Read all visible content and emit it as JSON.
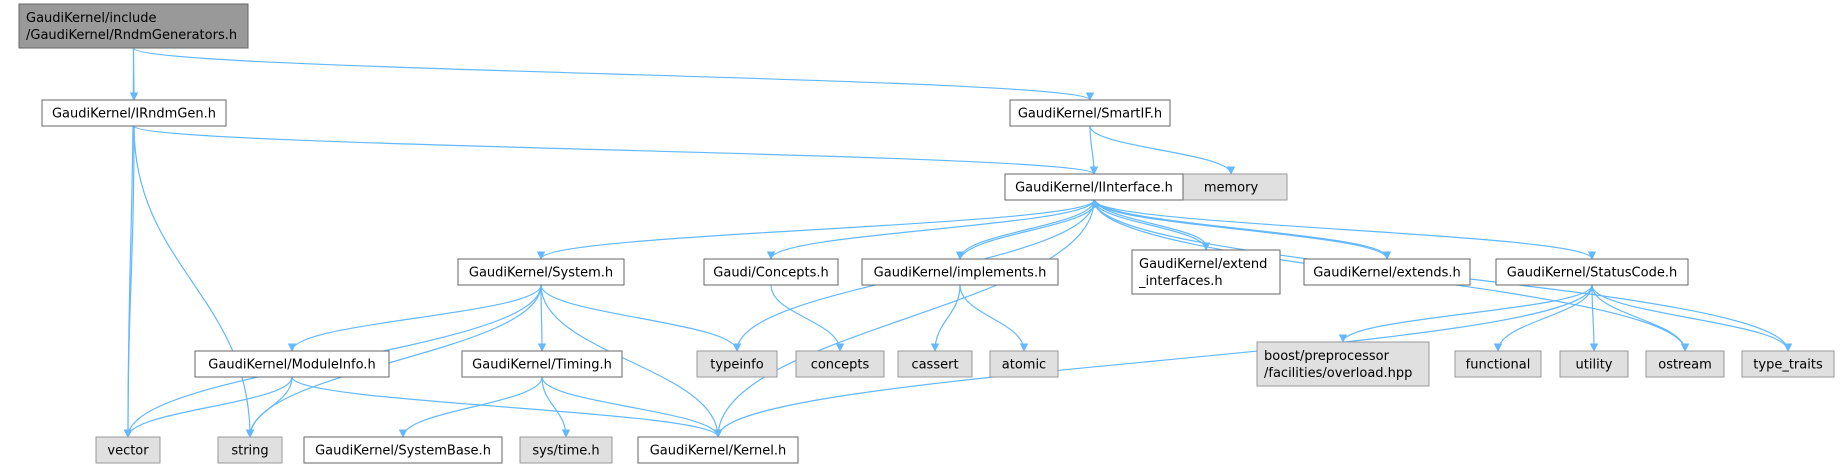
{
  "colors": {
    "edge": "#63b8ff",
    "root_fill": "#999999",
    "root_stroke": "#666666",
    "header_fill": "#ffffff",
    "header_stroke": "#666666",
    "system_fill": "#e0e0e0",
    "system_stroke": "#999999"
  },
  "nodes": [
    {
      "id": "root",
      "lines": [
        "GaudiKernel/include",
        "/GaudiKernel/RndmGenerators.h"
      ],
      "kind": "root"
    },
    {
      "id": "irndmgen",
      "lines": [
        "GaudiKernel/IRndmGen.h"
      ],
      "kind": "header"
    },
    {
      "id": "smartif",
      "lines": [
        "GaudiKernel/SmartIF.h"
      ],
      "kind": "header"
    },
    {
      "id": "memory",
      "lines": [
        "memory"
      ],
      "kind": "system"
    },
    {
      "id": "iinterface",
      "lines": [
        "GaudiKernel/IInterface.h"
      ],
      "kind": "header"
    },
    {
      "id": "system",
      "lines": [
        "GaudiKernel/System.h"
      ],
      "kind": "header"
    },
    {
      "id": "concepts_h",
      "lines": [
        "Gaudi/Concepts.h"
      ],
      "kind": "header"
    },
    {
      "id": "implements",
      "lines": [
        "GaudiKernel/implements.h"
      ],
      "kind": "header"
    },
    {
      "id": "extend_if",
      "lines": [
        "GaudiKernel/extend",
        "_interfaces.h"
      ],
      "kind": "header"
    },
    {
      "id": "extends",
      "lines": [
        "GaudiKernel/extends.h"
      ],
      "kind": "header"
    },
    {
      "id": "statuscode",
      "lines": [
        "GaudiKernel/StatusCode.h"
      ],
      "kind": "header"
    },
    {
      "id": "moduleinfo",
      "lines": [
        "GaudiKernel/ModuleInfo.h"
      ],
      "kind": "header"
    },
    {
      "id": "timing",
      "lines": [
        "GaudiKernel/Timing.h"
      ],
      "kind": "header"
    },
    {
      "id": "typeinfo",
      "lines": [
        "typeinfo"
      ],
      "kind": "system"
    },
    {
      "id": "concepts",
      "lines": [
        "concepts"
      ],
      "kind": "system"
    },
    {
      "id": "cassert",
      "lines": [
        "cassert"
      ],
      "kind": "system"
    },
    {
      "id": "atomic",
      "lines": [
        "atomic"
      ],
      "kind": "system"
    },
    {
      "id": "boostpp",
      "lines": [
        "boost/preprocessor",
        "/facilities/overload.hpp"
      ],
      "kind": "system"
    },
    {
      "id": "functional",
      "lines": [
        "functional"
      ],
      "kind": "system"
    },
    {
      "id": "utility",
      "lines": [
        "utility"
      ],
      "kind": "system"
    },
    {
      "id": "ostream",
      "lines": [
        "ostream"
      ],
      "kind": "system"
    },
    {
      "id": "type_traits",
      "lines": [
        "type_traits"
      ],
      "kind": "system"
    },
    {
      "id": "vector",
      "lines": [
        "vector"
      ],
      "kind": "system"
    },
    {
      "id": "string",
      "lines": [
        "string"
      ],
      "kind": "system"
    },
    {
      "id": "systembase",
      "lines": [
        "GaudiKernel/SystemBase.h"
      ],
      "kind": "header"
    },
    {
      "id": "systime",
      "lines": [
        "sys/time.h"
      ],
      "kind": "system"
    },
    {
      "id": "kernel",
      "lines": [
        "GaudiKernel/Kernel.h"
      ],
      "kind": "header"
    }
  ],
  "edges": [
    {
      "from": "root",
      "to": "irndmgen"
    },
    {
      "from": "root",
      "to": "smartif"
    },
    {
      "from": "root",
      "to": "vector"
    },
    {
      "from": "irndmgen",
      "to": "iinterface"
    },
    {
      "from": "irndmgen",
      "to": "vector"
    },
    {
      "from": "irndmgen",
      "to": "string"
    },
    {
      "from": "smartif",
      "to": "iinterface"
    },
    {
      "from": "smartif",
      "to": "memory"
    },
    {
      "from": "iinterface",
      "to": "system"
    },
    {
      "from": "iinterface",
      "to": "typeinfo"
    },
    {
      "from": "iinterface",
      "to": "concepts_h"
    },
    {
      "from": "iinterface",
      "to": "implements"
    },
    {
      "from": "iinterface",
      "to": "extend_if"
    },
    {
      "from": "iinterface",
      "to": "extends"
    },
    {
      "from": "iinterface",
      "to": "statuscode"
    },
    {
      "from": "iinterface",
      "to": "kernel"
    },
    {
      "from": "iinterface",
      "to": "ostream"
    },
    {
      "from": "iinterface",
      "to": "type_traits"
    },
    {
      "from": "implements",
      "to": "iinterface"
    },
    {
      "from": "extend_if",
      "to": "iinterface"
    },
    {
      "from": "extends",
      "to": "iinterface"
    },
    {
      "from": "implements",
      "to": "cassert"
    },
    {
      "from": "implements",
      "to": "atomic"
    },
    {
      "from": "concepts_h",
      "to": "concepts"
    },
    {
      "from": "system",
      "to": "moduleinfo"
    },
    {
      "from": "system",
      "to": "timing"
    },
    {
      "from": "system",
      "to": "typeinfo"
    },
    {
      "from": "system",
      "to": "vector"
    },
    {
      "from": "system",
      "to": "string"
    },
    {
      "from": "system",
      "to": "kernel"
    },
    {
      "from": "moduleinfo",
      "to": "vector"
    },
    {
      "from": "moduleinfo",
      "to": "string"
    },
    {
      "from": "moduleinfo",
      "to": "kernel"
    },
    {
      "from": "timing",
      "to": "systembase"
    },
    {
      "from": "timing",
      "to": "systime"
    },
    {
      "from": "timing",
      "to": "kernel"
    },
    {
      "from": "statuscode",
      "to": "kernel"
    },
    {
      "from": "statuscode",
      "to": "boostpp"
    },
    {
      "from": "statuscode",
      "to": "functional"
    },
    {
      "from": "statuscode",
      "to": "utility"
    },
    {
      "from": "statuscode",
      "to": "ostream"
    },
    {
      "from": "statuscode",
      "to": "type_traits"
    }
  ]
}
